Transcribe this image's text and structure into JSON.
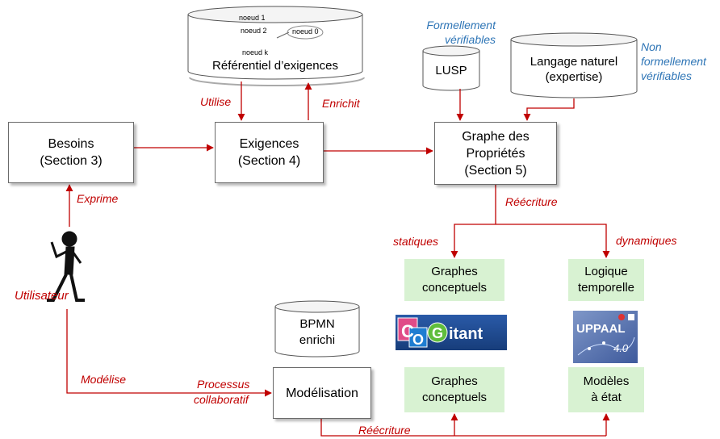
{
  "nodes": {
    "besoins": {
      "line1": "Besoins",
      "line2": "(Section 3)"
    },
    "exigences": {
      "line1": "Exigences",
      "line2": "(Section 4)"
    },
    "graphe": {
      "line1": "Graphe des",
      "line2": "Propriétés",
      "line3": "(Section 5)"
    },
    "modelisation": {
      "label": "Modélisation"
    }
  },
  "databases": {
    "referentiel": {
      "label": "Référentiel d’exigences",
      "noeud1": "noeud  1",
      "noeud2": "noeud 2",
      "noeud0": "noeud 0",
      "noeudk": "noeud k"
    },
    "lusp": {
      "label": "LUSP"
    },
    "langage": {
      "line1": "Langage naturel",
      "line2": "(expertise)"
    },
    "bpmn": {
      "line1": "BPMN",
      "line2": "enrichi"
    }
  },
  "green_boxes": {
    "graphes_top": {
      "line1": "Graphes",
      "line2": "conceptuels"
    },
    "logique": {
      "line1": "Logique",
      "line2": "temporelle"
    },
    "graphes_bottom": {
      "line1": "Graphes",
      "line2": "conceptuels"
    },
    "modeles": {
      "line1": "Modèles",
      "line2": "à état"
    }
  },
  "logos": {
    "cogitant": {
      "c1": "C",
      "c2": "O",
      "g": "G",
      "text": "itant"
    },
    "uppaal": {
      "text": "UPPAAL",
      "version": "4.0"
    }
  },
  "edge_labels": {
    "utilise": "Utilise",
    "enrichit": "Enrichit",
    "exprime": "Exprime",
    "utilisateur": "Utilisateur",
    "reecriture_top": "Réécriture",
    "statiques": "statiques",
    "dynamiques": "dynamiques",
    "modelise": "Modélise",
    "processus": "Processus",
    "collaboratif": "collaboratif",
    "reecriture_bottom": "Réécriture"
  },
  "annotations": {
    "formellement1": "Formellement",
    "formellement2": "vérifiables",
    "non1": "Non",
    "non2": "formellement",
    "non3": "vérifiables"
  },
  "colors": {
    "arrow": "#c00000",
    "annotation": "#2e75b6",
    "green_box": "#d8f2d2"
  }
}
